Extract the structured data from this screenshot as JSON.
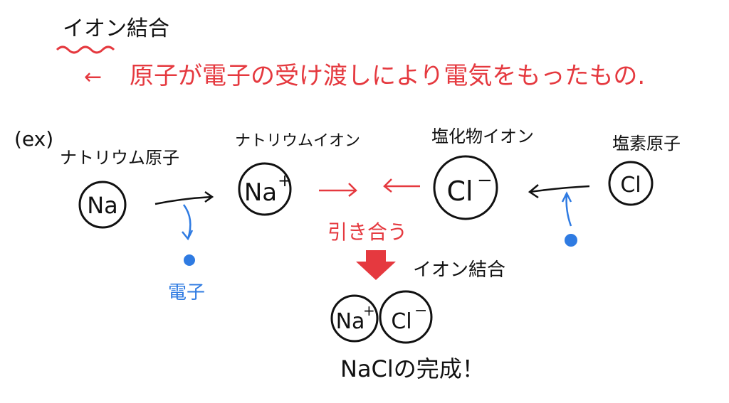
{
  "colors": {
    "red": "#e5393f",
    "blue": "#2f7be2",
    "black": "#111111"
  },
  "title": "イオン結合",
  "definition_arrow": "←",
  "definition": "原子が電子の受け渡しにより電気をもったもの.",
  "example_label": "(ex)",
  "sodium_atom": {
    "label": "ナトリウム原子",
    "symbol": "Na"
  },
  "sodium_ion": {
    "label": "ナトリウムイオン",
    "symbol": "Na",
    "charge": "+"
  },
  "chloride_ion": {
    "label": "塩化物イオン",
    "symbol": "Cl",
    "charge": "−"
  },
  "chlorine_atom": {
    "label": "塩素原子",
    "symbol": "Cl"
  },
  "electron_label": "電子",
  "attract_label": "引き合う",
  "bond_label": "イオン結合",
  "result": {
    "na": "Na",
    "na_charge": "+",
    "cl": "Cl",
    "cl_charge": "−",
    "text": "NaClの完成！"
  }
}
